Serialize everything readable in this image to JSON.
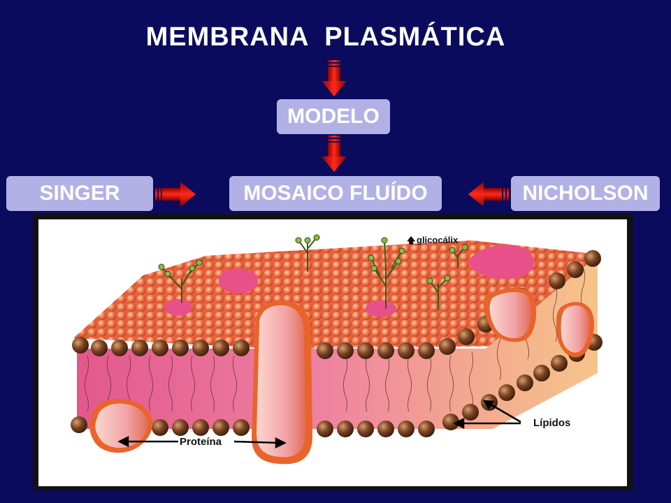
{
  "title": "MEMBRANA  PLASMÁTICA",
  "boxes": {
    "modelo": "MODELO",
    "mosaico": "MOSAICO FLUÍDO",
    "singer": "SINGER",
    "nicholson": "NICHOLSON"
  },
  "labels": {
    "glicocalix": "glicocálix",
    "proteina": "Proteína",
    "lipidos": "Lípidos"
  },
  "colors": {
    "background": "#0b0b5e",
    "box": "#b2b1e6",
    "arrow": "#e81010",
    "head_outer": "#e8643c",
    "head_lipid": "#6b3a20",
    "membrane": "#e86a9a",
    "protein": "#f3b0b0"
  },
  "icons": {
    "down_arrow": "down-arrow-icon",
    "right_arrow": "right-arrow-icon",
    "left_arrow": "left-arrow-icon",
    "up_arrow_glyph": "up-arrow-icon"
  }
}
